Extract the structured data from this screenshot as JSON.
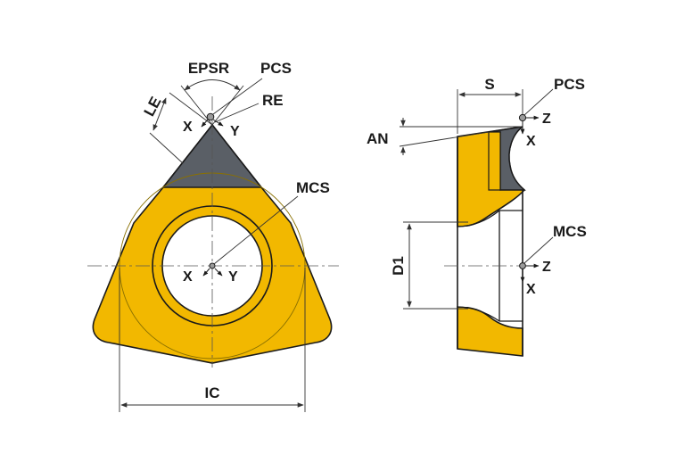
{
  "colors": {
    "insert_gold": "#f2b800",
    "insert_gold_dark": "#caa000",
    "cutting_edge_gray": "#5a5f66",
    "outline": "#1a1a1a",
    "dimension_line": "#333333",
    "background": "#ffffff"
  },
  "front_view": {
    "labels": {
      "epsr": "EPSR",
      "pcs": "PCS",
      "re": "RE",
      "le": "LE",
      "mcs": "MCS",
      "ic": "IC"
    },
    "pcs_axes": {
      "x": "X",
      "y": "Y"
    },
    "mcs_axes": {
      "x": "X",
      "y": "Y"
    }
  },
  "side_view": {
    "labels": {
      "s": "S",
      "pcs": "PCS",
      "an": "AN",
      "mcs": "MCS",
      "d1": "D1"
    },
    "pcs_axes": {
      "z": "Z",
      "x": "X"
    },
    "mcs_axes": {
      "z": "Z",
      "x": "X"
    }
  }
}
